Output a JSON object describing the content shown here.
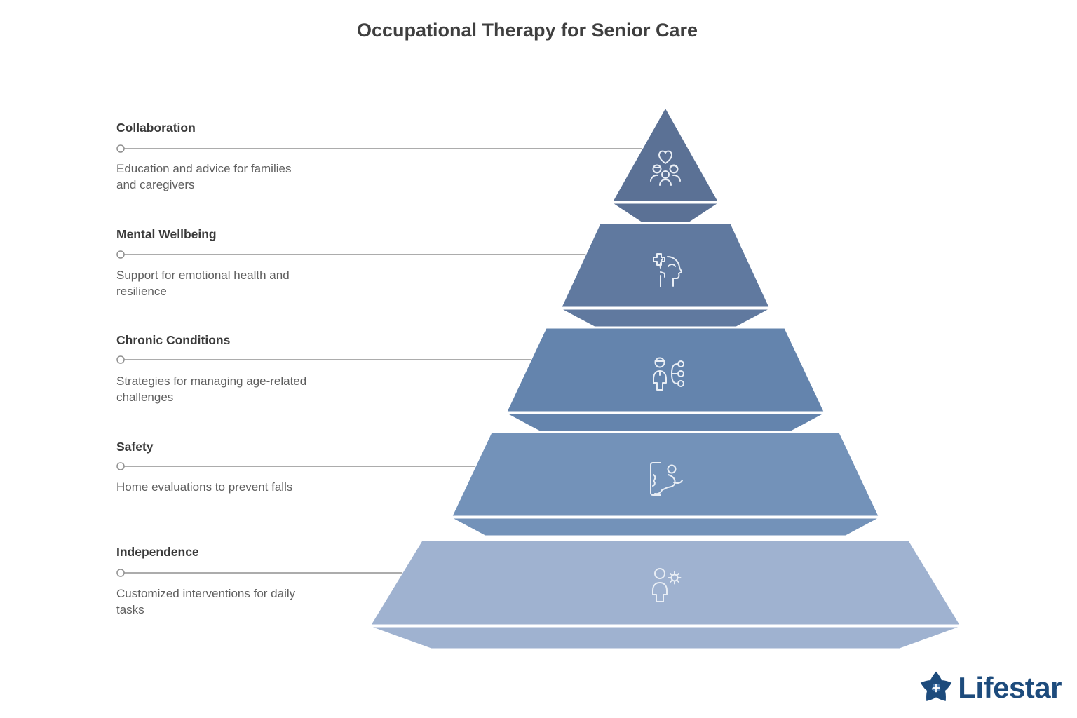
{
  "title": "Occupational Therapy for Senior Care",
  "levels": [
    {
      "label": "Collaboration",
      "description": "Education and advice for families\nand caregivers",
      "color": "#5b7195",
      "icon": "family-heart-icon"
    },
    {
      "label": "Mental Wellbeing",
      "description": "Support for emotional health and\nresilience",
      "color": "#60799f",
      "icon": "head-plus-icon"
    },
    {
      "label": "Chronic Conditions",
      "description": "Strategies for managing age-related\nchallenges",
      "color": "#6484ad",
      "icon": "person-options-icon"
    },
    {
      "label": "Safety",
      "description": "Home evaluations to prevent falls",
      "color": "#7392b9",
      "icon": "door-fall-icon"
    },
    {
      "label": "Independence",
      "description": "Customized interventions for daily\ntasks",
      "color": "#9fb2d0",
      "icon": "person-gear-icon"
    }
  ],
  "connector": {
    "color": "#919191"
  },
  "logo": {
    "text": "Lifestar",
    "color": "#1d4b7c",
    "accent": "#4576aa"
  }
}
